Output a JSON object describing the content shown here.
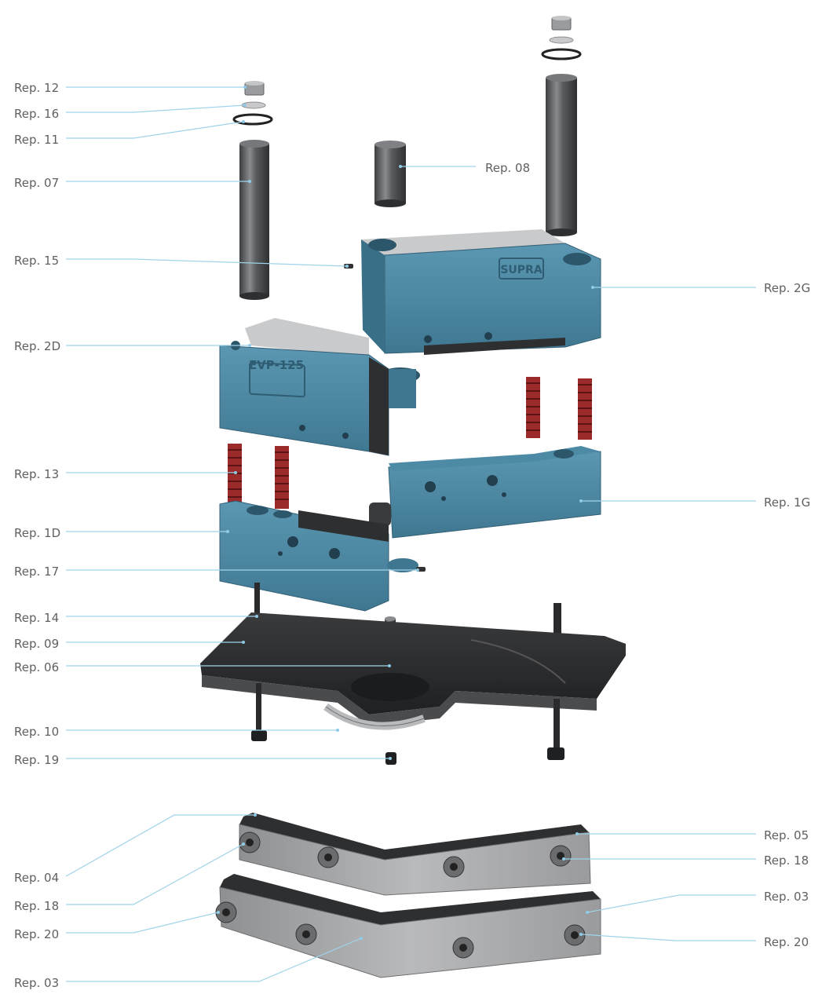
{
  "labels": [
    {
      "id": "rep12",
      "text": "Rep. 12"
    },
    {
      "id": "rep16",
      "text": "Rep. 16"
    },
    {
      "id": "rep11",
      "text": "Rep. 11"
    },
    {
      "id": "rep07",
      "text": "Rep. 07"
    },
    {
      "id": "rep08",
      "text": "Rep. 08"
    },
    {
      "id": "rep15",
      "text": "Rep. 15"
    },
    {
      "id": "rep2g",
      "text": "Rep. 2G"
    },
    {
      "id": "rep2d",
      "text": "Rep. 2D"
    },
    {
      "id": "rep13",
      "text": "Rep. 13"
    },
    {
      "id": "rep1g",
      "text": "Rep. 1G"
    },
    {
      "id": "rep1d",
      "text": "Rep. 1D"
    },
    {
      "id": "rep17",
      "text": "Rep. 17"
    },
    {
      "id": "rep14",
      "text": "Rep. 14"
    },
    {
      "id": "rep09",
      "text": "Rep. 09"
    },
    {
      "id": "rep06",
      "text": "Rep. 06"
    },
    {
      "id": "rep10",
      "text": "Rep. 10"
    },
    {
      "id": "rep19",
      "text": "Rep. 19"
    },
    {
      "id": "rep05",
      "text": "Rep. 05"
    },
    {
      "id": "rep18r",
      "text": "Rep. 18"
    },
    {
      "id": "rep04",
      "text": "Rep. 04"
    },
    {
      "id": "rep03r",
      "text": "Rep. 03"
    },
    {
      "id": "rep18l",
      "text": "Rep. 18"
    },
    {
      "id": "rep20l",
      "text": "Rep. 20"
    },
    {
      "id": "rep20r",
      "text": "Rep. 20"
    },
    {
      "id": "rep03l",
      "text": "Rep. 03"
    }
  ],
  "engravings": {
    "block_2g": "SUPRA",
    "block_2d": "EVP-125"
  },
  "colors": {
    "cast_blue": "#4d8aa6",
    "cast_blue_dark": "#3a6f88",
    "cast_blue_light": "#6aa3bd",
    "steel": "#a8a9ab",
    "steel_dark": "#7d7e80",
    "base_plate": "#2b2c2e",
    "spring_red": "#9b2a2a",
    "leader_line": "#9fd3ea",
    "label_text": "#5f6063"
  }
}
